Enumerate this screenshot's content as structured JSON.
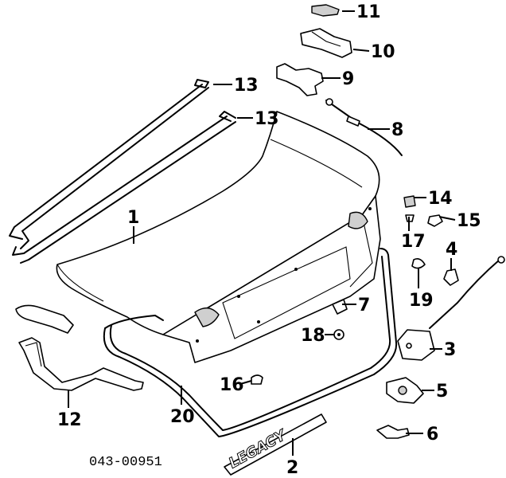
{
  "callouts": {
    "c1": "1",
    "c2": "2",
    "c3": "3",
    "c4": "4",
    "c5": "5",
    "c6": "6",
    "c7": "7",
    "c8": "8",
    "c9": "9",
    "c10": "10",
    "c11": "11",
    "c12": "12",
    "c13a": "13",
    "c13b": "13",
    "c14": "14",
    "c15": "15",
    "c16": "16",
    "c17": "17",
    "c18": "18",
    "c19": "19",
    "c20": "20"
  },
  "catalog_number": "043-00951",
  "emblem_text": "LEGACY"
}
